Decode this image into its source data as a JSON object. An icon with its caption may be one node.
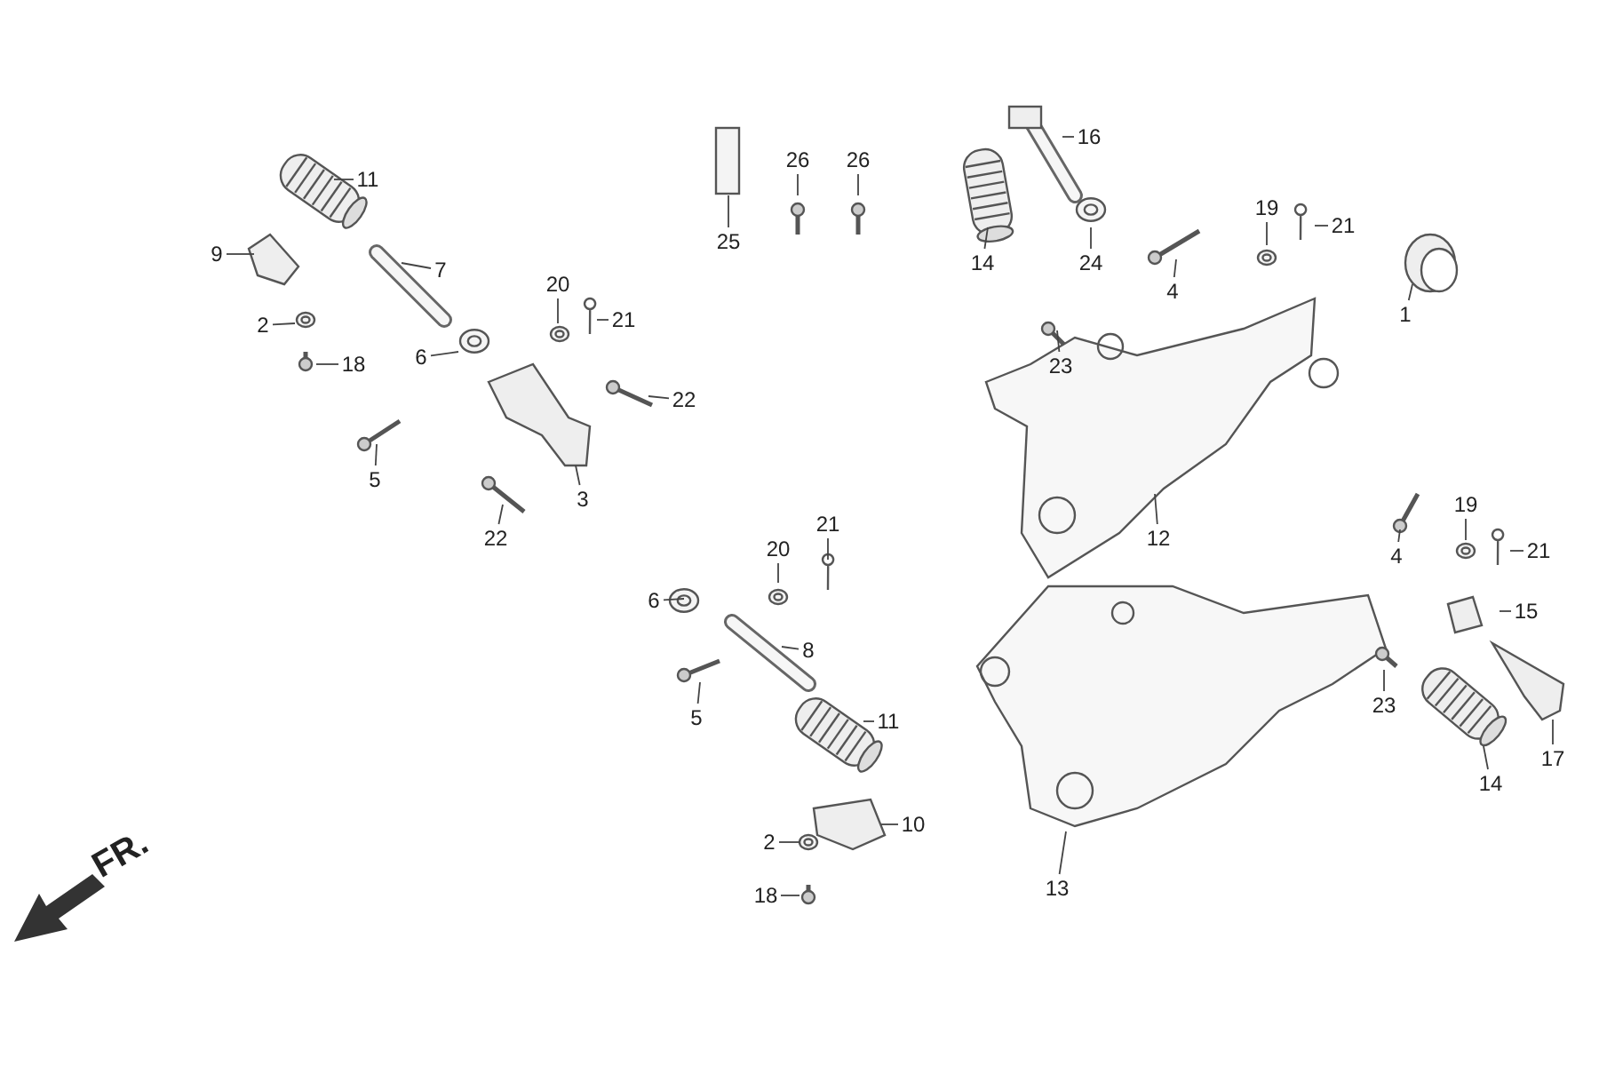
{
  "diagram": {
    "nodes": [
      {
        "text": [
          "11"
        ]
      },
      {
        "text": [
          "9"
        ]
      },
      {
        "text": [
          "7"
        ]
      },
      {
        "text": [
          "2"
        ]
      },
      {
        "text": [
          "18"
        ]
      },
      {
        "text": [
          "6"
        ]
      },
      {
        "text": [
          "20"
        ]
      },
      {
        "text": [
          "21"
        ]
      },
      {
        "text": [
          "22"
        ]
      },
      {
        "text": [
          "5"
        ]
      },
      {
        "text": [
          "3"
        ]
      },
      {
        "text": [
          "22"
        ]
      },
      {
        "text": [
          "25"
        ]
      },
      {
        "text": [
          "26"
        ]
      },
      {
        "text": [
          "26"
        ]
      },
      {
        "text": [
          "16"
        ]
      },
      {
        "text": [
          "14"
        ]
      },
      {
        "text": [
          "24"
        ]
      },
      {
        "text": [
          "4"
        ]
      },
      {
        "text": [
          "19"
        ]
      },
      {
        "text": [
          "21"
        ]
      },
      {
        "text": [
          "1"
        ]
      },
      {
        "text": [
          "23"
        ]
      },
      {
        "text": [
          "12"
        ]
      },
      {
        "text": [
          "20"
        ]
      },
      {
        "text": [
          "21"
        ]
      },
      {
        "text": [
          "6"
        ]
      },
      {
        "text": [
          "8"
        ]
      },
      {
        "text": [
          "5"
        ]
      },
      {
        "text": [
          "11"
        ]
      },
      {
        "text": [
          "2"
        ]
      },
      {
        "text": [
          "10"
        ]
      },
      {
        "text": [
          "18"
        ]
      },
      {
        "text": [
          "4"
        ]
      },
      {
        "text": [
          "19"
        ]
      },
      {
        "text": [
          "21"
        ]
      },
      {
        "text": [
          "15"
        ]
      },
      {
        "text": [
          "23"
        ]
      },
      {
        "text": [
          "14"
        ]
      },
      {
        "text": [
          "17"
        ]
      },
      {
        "text": [
          "13"
        ]
      }
    ],
    "edges": [
      {
        "from": 0,
        "to": null,
        "arrow": "none"
      },
      {
        "from": 1,
        "to": null,
        "arrow": "none"
      },
      {
        "from": 2,
        "to": null,
        "arrow": "none"
      },
      {
        "from": 3,
        "to": null,
        "arrow": "none"
      },
      {
        "from": 4,
        "to": null,
        "arrow": "none"
      },
      {
        "from": 5,
        "to": null,
        "arrow": "none"
      },
      {
        "from": 6,
        "to": null,
        "arrow": "none"
      },
      {
        "from": 7,
        "to": null,
        "arrow": "none"
      },
      {
        "from": 8,
        "to": null,
        "arrow": "none"
      },
      {
        "from": 9,
        "to": null,
        "arrow": "none"
      },
      {
        "from": 10,
        "to": null,
        "arrow": "none"
      },
      {
        "from": 11,
        "to": null,
        "arrow": "none"
      },
      {
        "from": 12,
        "to": null,
        "arrow": "none"
      },
      {
        "from": 13,
        "to": null,
        "arrow": "none"
      },
      {
        "from": 14,
        "to": null,
        "arrow": "none"
      },
      {
        "from": 15,
        "to": null,
        "arrow": "none"
      },
      {
        "from": 16,
        "to": null,
        "arrow": "none"
      },
      {
        "from": 17,
        "to": null,
        "arrow": "none"
      },
      {
        "from": 18,
        "to": null,
        "arrow": "none"
      },
      {
        "from": 19,
        "to": null,
        "arrow": "none"
      },
      {
        "from": 20,
        "to": null,
        "arrow": "none"
      },
      {
        "from": 21,
        "to": null,
        "arrow": "none"
      },
      {
        "from": 22,
        "to": null,
        "arrow": "none"
      },
      {
        "from": 23,
        "to": null,
        "arrow": "none"
      },
      {
        "from": 24,
        "to": null,
        "arrow": "none"
      },
      {
        "from": 25,
        "to": null,
        "arrow": "none"
      },
      {
        "from": 26,
        "to": null,
        "arrow": "none"
      },
      {
        "from": 27,
        "to": null,
        "arrow": "none"
      },
      {
        "from": 28,
        "to": null,
        "arrow": "none"
      },
      {
        "from": 29,
        "to": null,
        "arrow": "none"
      },
      {
        "from": 30,
        "to": null,
        "arrow": "none"
      },
      {
        "from": 31,
        "to": null,
        "arrow": "none"
      },
      {
        "from": 32,
        "to": null,
        "arrow": "none"
      },
      {
        "from": 33,
        "to": null,
        "arrow": "none"
      },
      {
        "from": 34,
        "to": null,
        "arrow": "none"
      },
      {
        "from": 35,
        "to": null,
        "arrow": "none"
      },
      {
        "from": 36,
        "to": null,
        "arrow": "none"
      },
      {
        "from": 37,
        "to": null,
        "arrow": "none"
      },
      {
        "from": 38,
        "to": null,
        "arrow": "none"
      },
      {
        "from": 39,
        "to": null,
        "arrow": "none"
      },
      {
        "from": 40,
        "to": null,
        "arrow": "none"
      }
    ],
    "labels": [
      "FR."
    ]
  }
}
